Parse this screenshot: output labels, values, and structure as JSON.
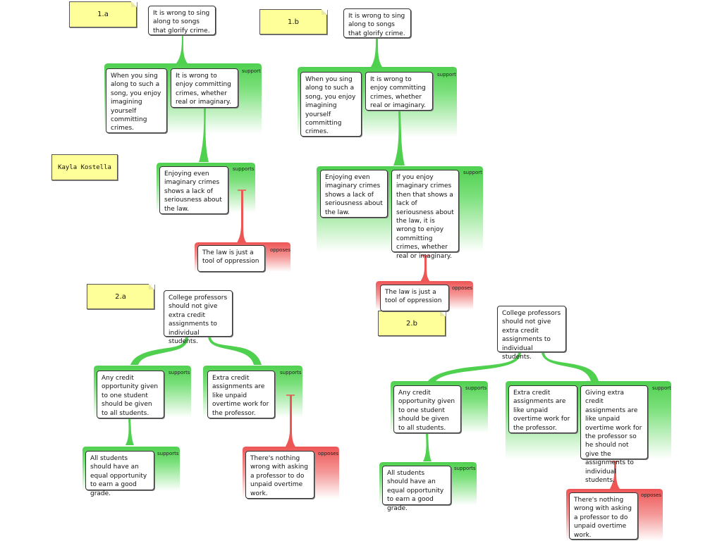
{
  "colors": {
    "support": "#4fd04f",
    "support_fade": "#ffffff",
    "oppose": "#ee5555",
    "note_fill": "#ffff99"
  },
  "notes": [
    {
      "id": "n1a",
      "text": "1.a"
    },
    {
      "id": "n1b",
      "text": "1.b"
    },
    {
      "id": "author",
      "text": "Kayla Kostella"
    },
    {
      "id": "n2a",
      "text": "2.a"
    },
    {
      "id": "n2b",
      "text": "2.b"
    }
  ],
  "labels": {
    "support": "support",
    "supports": "supports",
    "opposes": "opposes"
  },
  "maps": [
    {
      "id": "1a",
      "contention": "It is wrong to sing along to songs that glorify crime.",
      "support_1": {
        "premises": [
          "When you sing along to such a song, you enjoy imagining yourself committing crimes.",
          "It is wrong to enjoy committing crimes, whether real or imaginary."
        ]
      },
      "support_2": {
        "premises": [
          "Enjoying even imaginary crimes shows a lack of seriousness about the law."
        ]
      },
      "objection": "The law is just a tool of oppression"
    },
    {
      "id": "1b",
      "contention": "It is wrong to sing along to songs that glorify crime.",
      "support_1": {
        "premises": [
          "When you sing along to such a song, you enjoy imagining yourself committing crimes.",
          "It is wrong to enjoy committing crimes, whether real or imaginary."
        ]
      },
      "support_2": {
        "premises": [
          "Enjoying even imaginary crimes shows a lack of seriousness about the law.",
          "If you enjoy imaginary crimes then that shows a lack of seriousness about the law, it is wrong to enjoy committing crimes, whether real or imaginary."
        ]
      },
      "objection": "The law is just a tool of oppression"
    },
    {
      "id": "2a",
      "contention": "College professors should not give extra credit assignments to individual students.",
      "left": {
        "premise": "Any credit opportunity given to one student should be given to all students.",
        "sub": "All students  should have an equal opportunity to earn a good grade."
      },
      "right": {
        "premise": "Extra credit assignments are like unpaid overtime work for the professor.",
        "objection": "There's nothing wrong with asking a professor to do unpaid overtime work."
      }
    },
    {
      "id": "2b",
      "contention": "College professors should not give extra credit assignments to individual students.",
      "left": {
        "premise": "Any credit opportunity given to one student should be given to all students.",
        "sub": "All students  should have an equal opportunity to earn a good grade."
      },
      "right": {
        "premises": [
          "Extra credit assignments are like unpaid overtime work for the professor.",
          "Giving extra credit assignments are like unpaid overtime work for the professor so he should not give the assignments to individual students."
        ],
        "objection": "There's nothing wrong with asking a professor to do unpaid overtime work."
      }
    }
  ]
}
